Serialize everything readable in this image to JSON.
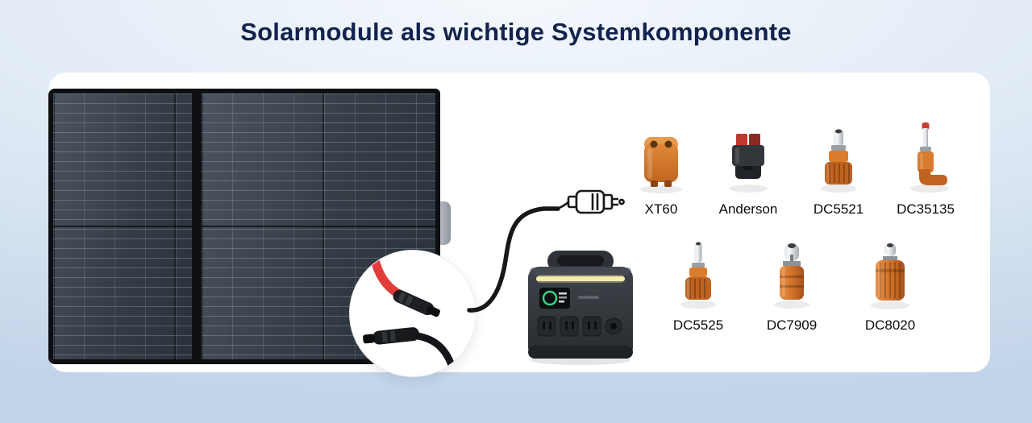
{
  "title": "Solarmodule als wichtige Systemkomponente",
  "connectors": {
    "row1": [
      {
        "id": "xt60",
        "label": "XT60"
      },
      {
        "id": "anderson",
        "label": "Anderson"
      },
      {
        "id": "dc5521",
        "label": "DC5521"
      },
      {
        "id": "dc35135",
        "label": "DC35135"
      }
    ],
    "row2": [
      {
        "id": "dc5525",
        "label": "DC5525"
      },
      {
        "id": "dc7909",
        "label": "DC7909"
      },
      {
        "id": "dc8020",
        "label": "DC8020"
      }
    ]
  },
  "icons": {
    "solar-panel-image": "foldable solar panel with cell grid",
    "mc4-connectors-inset": "round inset photo of MC4 cable connectors",
    "dc-plug-icon": "line-art DC plug on cable",
    "power-station-image": "portable power station",
    "xt60-icon": "orange XT60 connector",
    "anderson-icon": "Anderson power connector",
    "dc5521-icon": "orange DC5521 barrel adapter",
    "dc35135-icon": "orange DC35135 adapter with red tip",
    "dc5525-icon": "orange DC5525 barrel adapter",
    "dc7909-icon": "orange DC7909 barrel adapter",
    "dc8020-icon": "orange DC8020 barrel adapter"
  },
  "colors": {
    "title_text": "#13234d",
    "card_background": "#ffffff",
    "background_top": "#f3f8fc",
    "background_bottom": "#c2d4e9",
    "connector_orange": "#d5762c",
    "cable_black": "#16181a",
    "mc4_cable_red": "#e23c3c"
  }
}
